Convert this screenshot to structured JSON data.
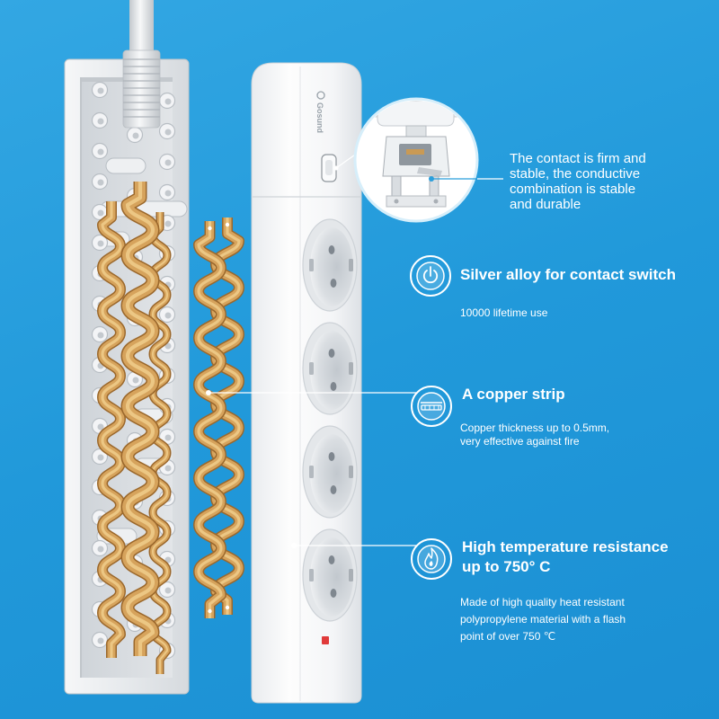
{
  "colors": {
    "background_top": "#33a7e3",
    "background_mid": "#2199da",
    "background_bottom": "#1b8fd3",
    "text": "#ffffff",
    "copper": "#d6a35c",
    "copper_dark": "#9b682c",
    "copper_light": "#f1cf8f",
    "indicator": "#e03a3a"
  },
  "product": {
    "logo_text": "Gosund"
  },
  "callouts": {
    "contact": {
      "lines": [
        "The contact is firm and",
        "stable, the conductive",
        "combination is stable",
        "and durable"
      ]
    },
    "silver_alloy": {
      "icon": "power-icon",
      "title": "Silver alloy for contact switch",
      "description": [
        "10000 lifetime use"
      ]
    },
    "copper_strip": {
      "icon": "copper-strip-icon",
      "title": "A copper strip",
      "description": [
        "Copper thickness up to 0.5mm,",
        "very effective against fire"
      ]
    },
    "temperature": {
      "icon": "flame-icon",
      "title": [
        "High temperature resistance",
        "up to 750° C"
      ],
      "description": [
        "Made of high quality heat resistant",
        "polypropylene material with a flash",
        "point of over 750 ℃"
      ]
    }
  }
}
